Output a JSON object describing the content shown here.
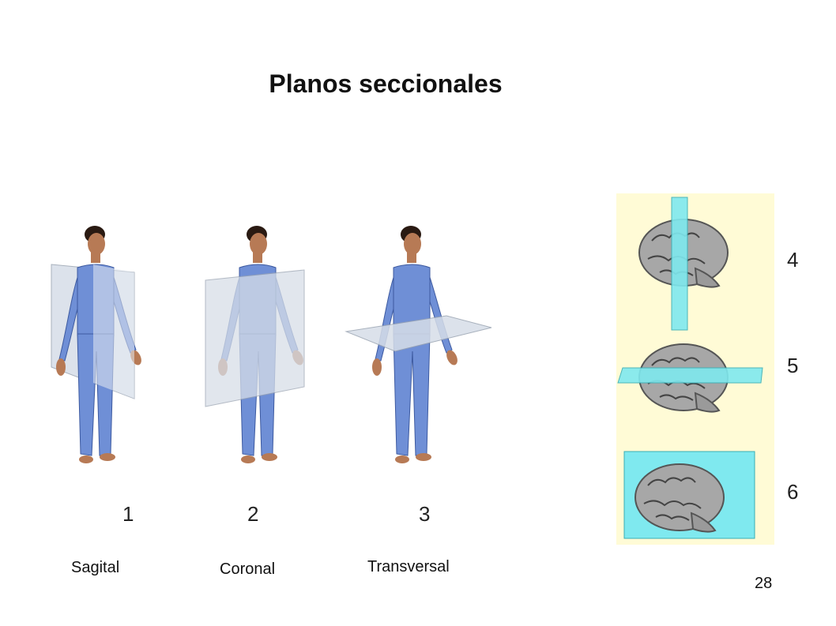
{
  "slide": {
    "title": "Planos seccionales",
    "page_number": "28"
  },
  "figures": [
    {
      "number": "1",
      "caption": "Sagital"
    },
    {
      "number": "2",
      "caption": "Coronal"
    },
    {
      "number": "3",
      "caption": "Transversal"
    }
  ],
  "brain_panel": {
    "numbers": [
      "4",
      "5",
      "6"
    ],
    "background_color": "#fffbd6",
    "plane_color": "#7fe9ef"
  },
  "colors": {
    "body": "#6f8fd6",
    "body_outline": "#3d5aa0",
    "skin": "#b77a55",
    "hair": "#2a1a12",
    "plane": "#d7dee8",
    "brain": "#a7a7a7"
  }
}
